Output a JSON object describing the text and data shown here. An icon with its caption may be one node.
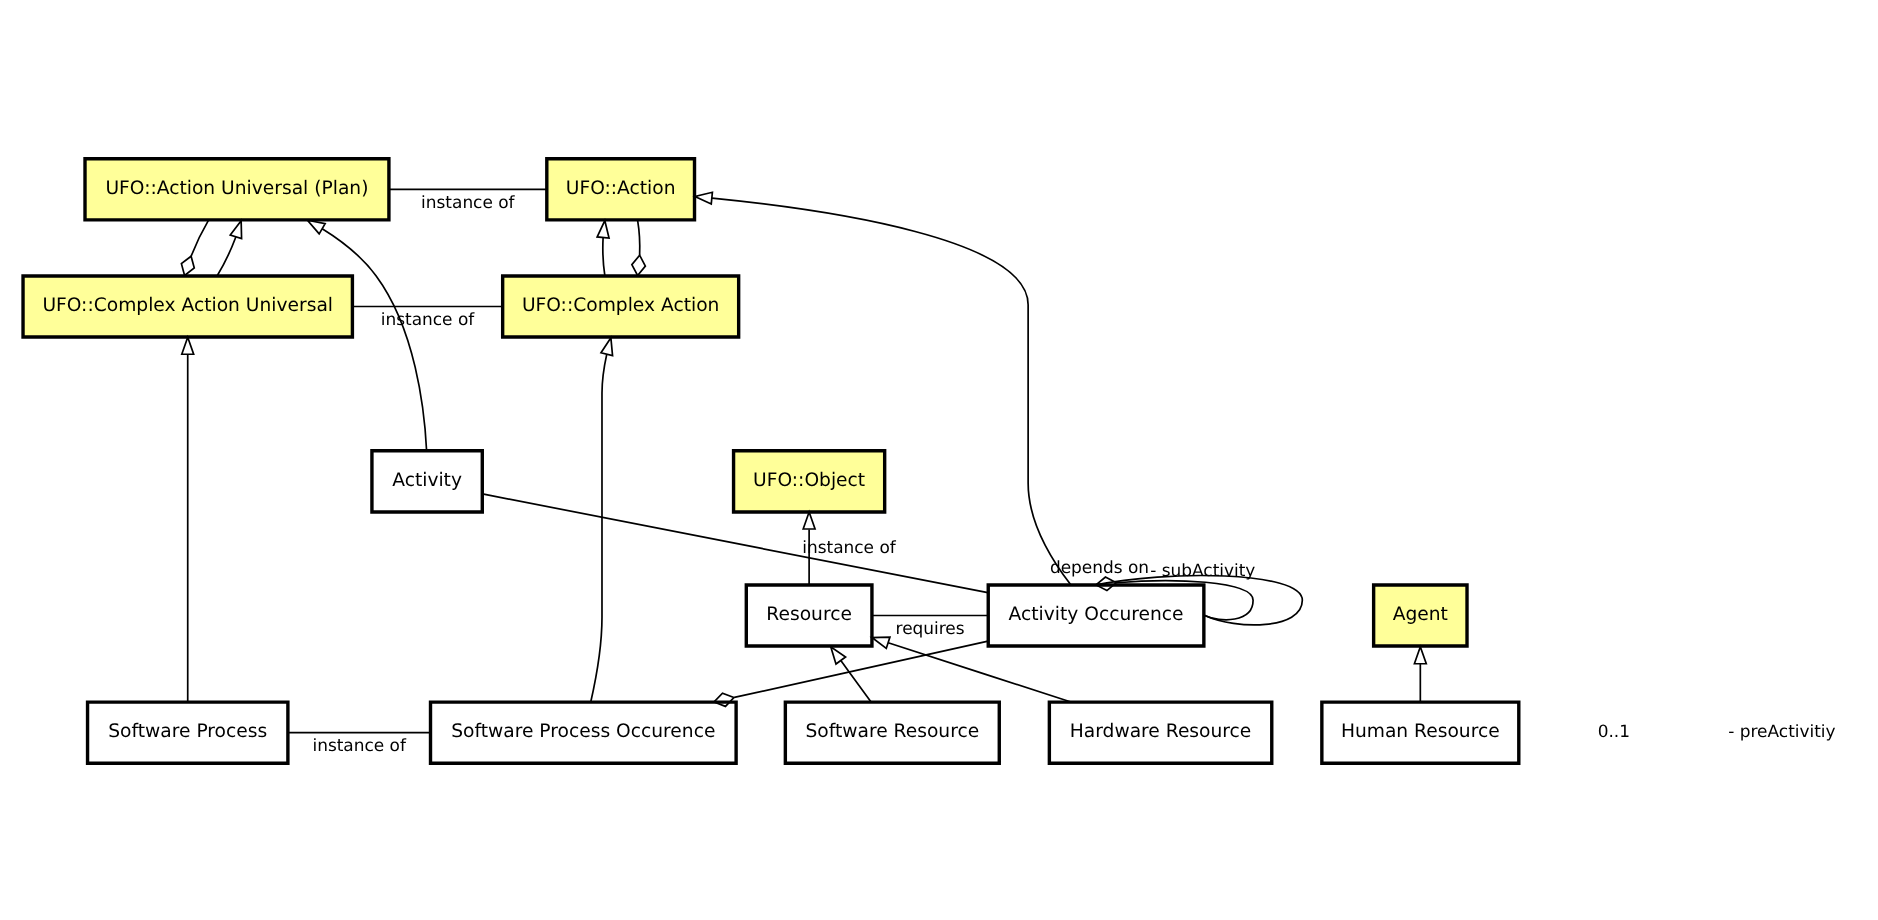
{
  "diagram": {
    "nodes": [
      {
        "text": [
          "UFO::Action Universal (Plan)"
        ]
      },
      {
        "text": [
          "UFO::Action"
        ]
      },
      {
        "text": [
          "UFO::Complex Action Universal"
        ]
      },
      {
        "text": [
          "UFO::Complex Action"
        ]
      },
      {
        "text": [
          "Software Process"
        ]
      },
      {
        "text": [
          "Software Process Occurence"
        ]
      },
      {
        "text": [
          "UFO::Object"
        ]
      },
      {
        "text": [
          "Activity"
        ]
      },
      {
        "text": [
          "Resource"
        ]
      },
      {
        "text": [
          "Activity Occurence"
        ]
      },
      {
        "text": [
          "Agent"
        ]
      },
      {
        "text": [
          "Software Resource"
        ]
      },
      {
        "text": [
          "Hardware Resource"
        ]
      },
      {
        "text": [
          "Human Resource"
        ]
      }
    ],
    "edges": [
      {
        "from": 0,
        "to": 1,
        "arrow": "none",
        "label": "instance of"
      },
      {
        "from": 2,
        "to": 0,
        "arrow": "other"
      },
      {
        "from": 2,
        "to": 0,
        "arrow": "to"
      },
      {
        "from": 3,
        "to": 1,
        "arrow": "to"
      },
      {
        "from": 3,
        "to": 1,
        "arrow": "other"
      },
      {
        "from": 9,
        "to": 1,
        "arrow": "to"
      },
      {
        "from": 2,
        "to": 3,
        "arrow": "none",
        "label": "instance of"
      },
      {
        "from": 4,
        "to": 2,
        "arrow": "to"
      },
      {
        "from": 5,
        "to": 3,
        "arrow": "to"
      },
      {
        "from": 4,
        "to": 5,
        "arrow": "none",
        "label": "instance of"
      },
      {
        "from": 7,
        "to": 0,
        "arrow": "to"
      },
      {
        "from": 5,
        "to": 9,
        "arrow": "other"
      },
      {
        "from": 7,
        "to": 9,
        "arrow": "none",
        "label": "instance of"
      },
      {
        "from": 8,
        "to": 9,
        "arrow": "none",
        "label": "requires"
      },
      {
        "from": 9,
        "to": 9,
        "arrow": "other",
        "label": "- subActivity"
      },
      {
        "from": 9,
        "to": 9,
        "arrow": "none",
        "label": "depends on"
      },
      {
        "from": 8,
        "to": 6,
        "arrow": "to"
      },
      {
        "from": 11,
        "to": 8,
        "arrow": "to"
      },
      {
        "from": 12,
        "to": 8,
        "arrow": "to"
      },
      {
        "from": 13,
        "to": 10,
        "arrow": "to"
      }
    ],
    "labels": [
      "0..1",
      "- preActivitiy"
    ]
  }
}
